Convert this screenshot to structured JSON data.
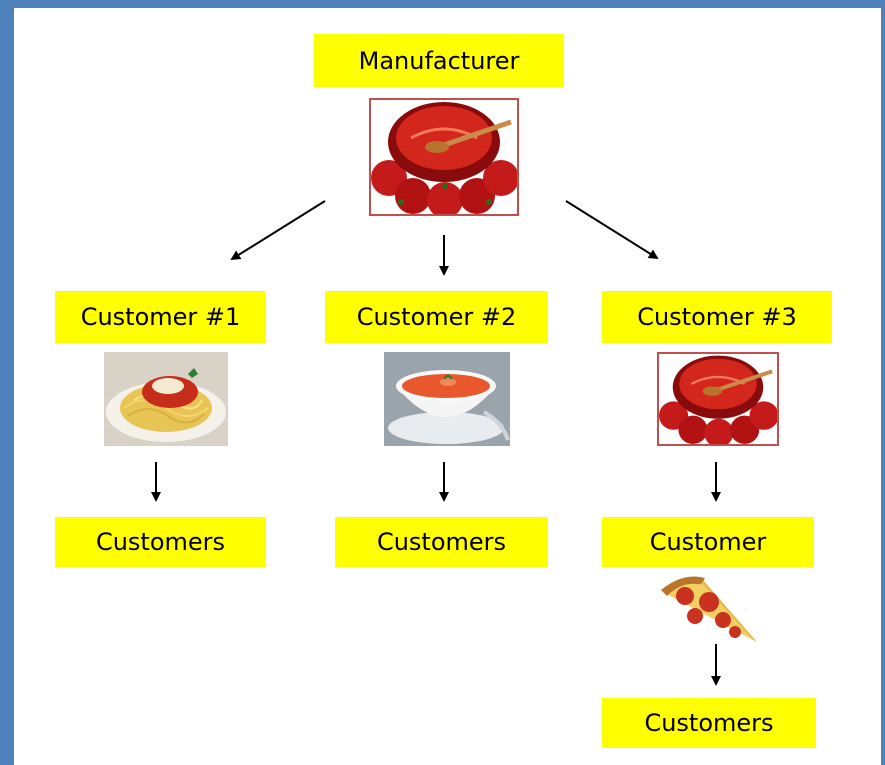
{
  "nodes": {
    "manufacturer": "Manufacturer",
    "customer1": "Customer #1",
    "customer2": "Customer #2",
    "customer3": "Customer #3",
    "customers1": "Customers",
    "customers2": "Customers",
    "customer3b": "Customer",
    "customers3": "Customers"
  },
  "images": {
    "manufacturer": "tomato-sauce-bowl-image",
    "customer1": "spaghetti-image",
    "customer2": "tomato-soup-image",
    "customer3": "tomato-sauce-bowl-image",
    "customer3b": "pizza-slice-image"
  },
  "colors": {
    "frame": "#4f81bd",
    "label_bg": "#ffff00",
    "canvas": "#ffffff"
  }
}
